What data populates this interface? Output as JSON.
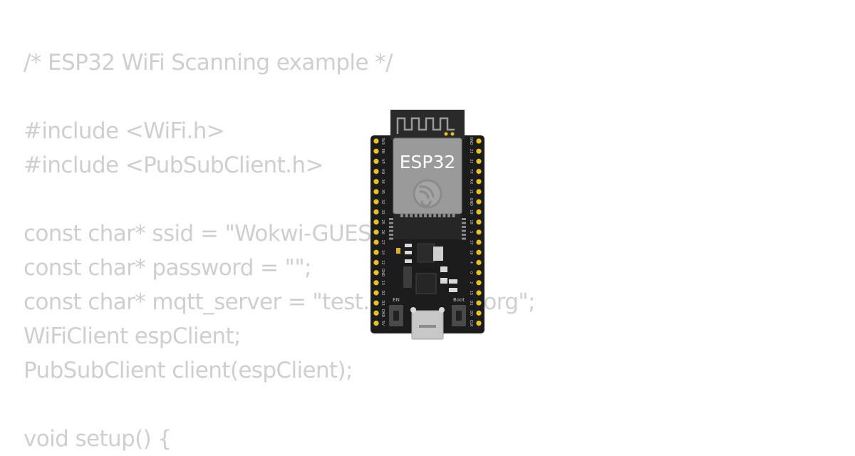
{
  "code_lines": [
    "/* ESP32 WiFi Scanning example */",
    "",
    "#include <WiFi.h>",
    "#include <PubSubClient.h>",
    "",
    "const char* ssid = \"Wokwi-GUEST\";",
    "const char* password = \"\";",
    "const char* mqtt_server = \"test.mosquitto.org\";",
    "WiFiClient espClient;",
    "PubSubClient client(espClient);",
    "",
    "void setup() {"
  ],
  "board": {
    "name": "ESP32",
    "en_label": "EN",
    "boot_label": "Boot",
    "left_pins": [
      "3V3",
      "EN",
      "VP",
      "VN",
      "34",
      "35",
      "32",
      "33",
      "25",
      "26",
      "27",
      "14",
      "12",
      "GND",
      "13",
      "D2",
      "D3",
      "CMD",
      "5V"
    ],
    "right_pins": [
      "GND",
      "23",
      "22",
      "TX",
      "RX",
      "21",
      "GND",
      "19",
      "18",
      "5",
      "17",
      "16",
      "4",
      "0",
      "2",
      "15",
      "D1",
      "D0",
      "CLK"
    ],
    "icon": "espressif-logo-icon"
  },
  "colors": {
    "code_text": "#cfcfcf",
    "pcb": "#1c1c1c",
    "module_shield": "#9a9a9a",
    "pin_gold": "#e8c21f"
  }
}
